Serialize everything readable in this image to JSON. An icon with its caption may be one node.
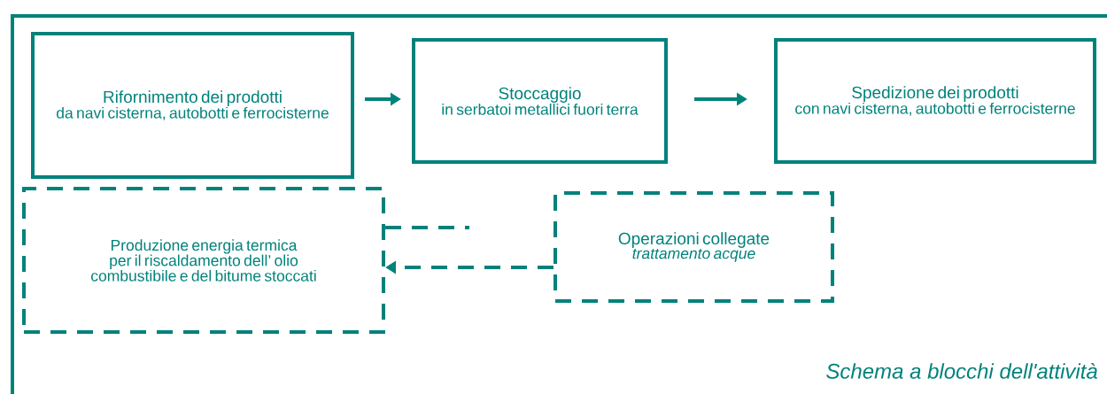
{
  "diagram": {
    "caption": "Schema a blocchi dell'attività",
    "nodes": [
      {
        "text": [
          "Rifornimento dei prodotti",
          "da navi cisterna, autobotti e ferrocisterne"
        ]
      },
      {
        "text": [
          "Stoccaggio",
          "in serbatoi metallici fuori terra"
        ]
      },
      {
        "text": [
          "Spedizione dei prodotti",
          "con navi cisterna, autobotti e ferrocisterne"
        ]
      },
      {
        "text": [
          "Produzione energia termica per il riscaldamento dell’ olio combustibile e del bitume stoccati"
        ]
      },
      {
        "text": [
          "Operazioni collegate",
          "trattamento acque"
        ]
      }
    ],
    "edges": [
      {
        "from": 0,
        "to": 1,
        "arrow": "to"
      },
      {
        "from": 1,
        "to": 2,
        "arrow": "to"
      },
      {
        "from": 4,
        "to": 3,
        "arrow": "to",
        "style": "dashed"
      },
      {
        "from": 3,
        "to": null,
        "arrow": "none",
        "style": "dashed"
      }
    ]
  }
}
